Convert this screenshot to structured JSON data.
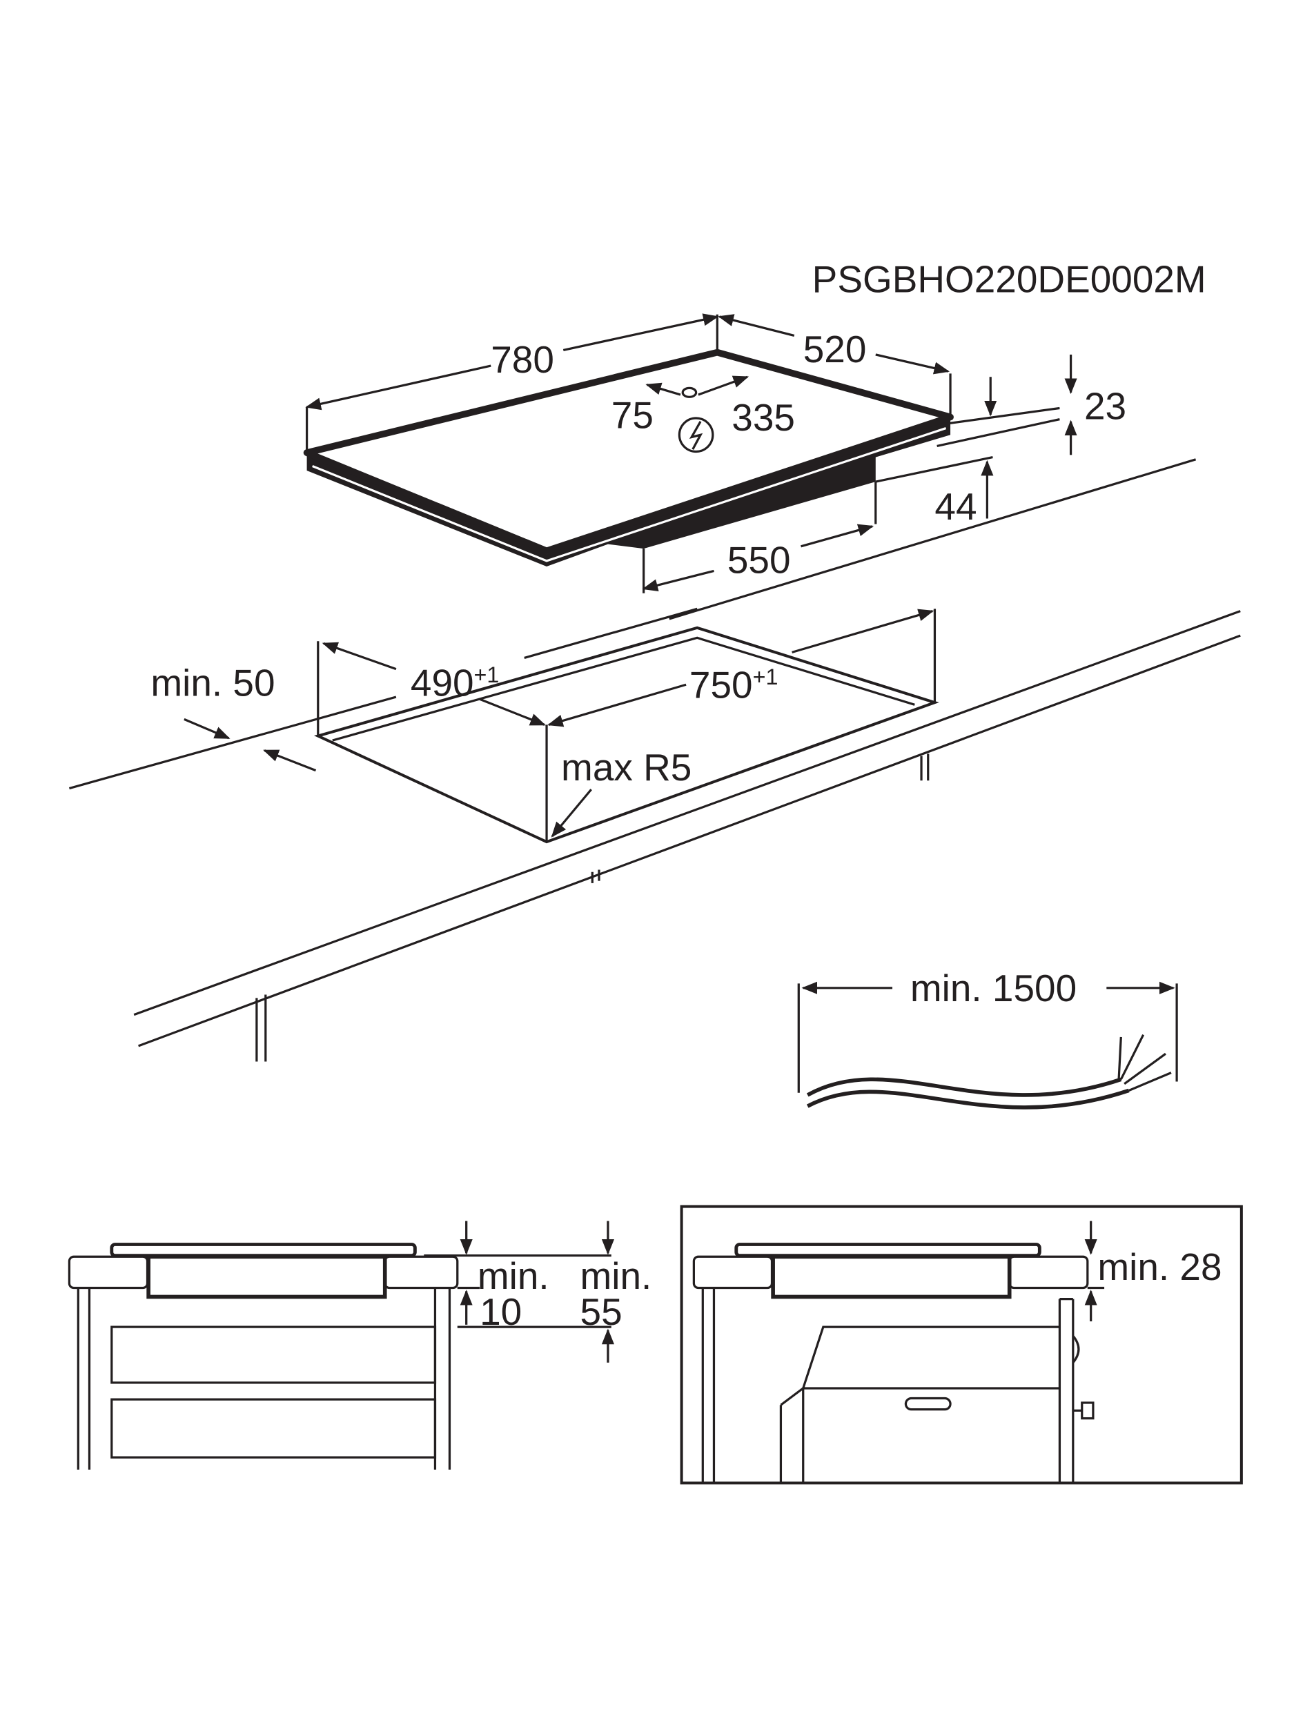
{
  "model_code": "PSGBHO220DE0002M",
  "hob": {
    "width": "780",
    "depth": "520",
    "conn_offset_left": "75",
    "conn_offset_right": "335",
    "thickness": "23",
    "box_height": "44",
    "box_width": "550",
    "power_symbol": "electric-connection-icon"
  },
  "cutout": {
    "depth": "490",
    "depth_tol": "+1",
    "width": "750",
    "width_tol": "+1",
    "edge_distance": "min. 50",
    "corner_radius": "max R5"
  },
  "cable": {
    "length": "min. 1500"
  },
  "section_left": {
    "gap_label_1": "min.",
    "gap_value_1": "10",
    "gap_label_2": "min.",
    "gap_value_2": "55"
  },
  "section_right": {
    "clearance": "min. 28"
  },
  "colors": {
    "ink": "#231f20",
    "background": "#ffffff"
  }
}
